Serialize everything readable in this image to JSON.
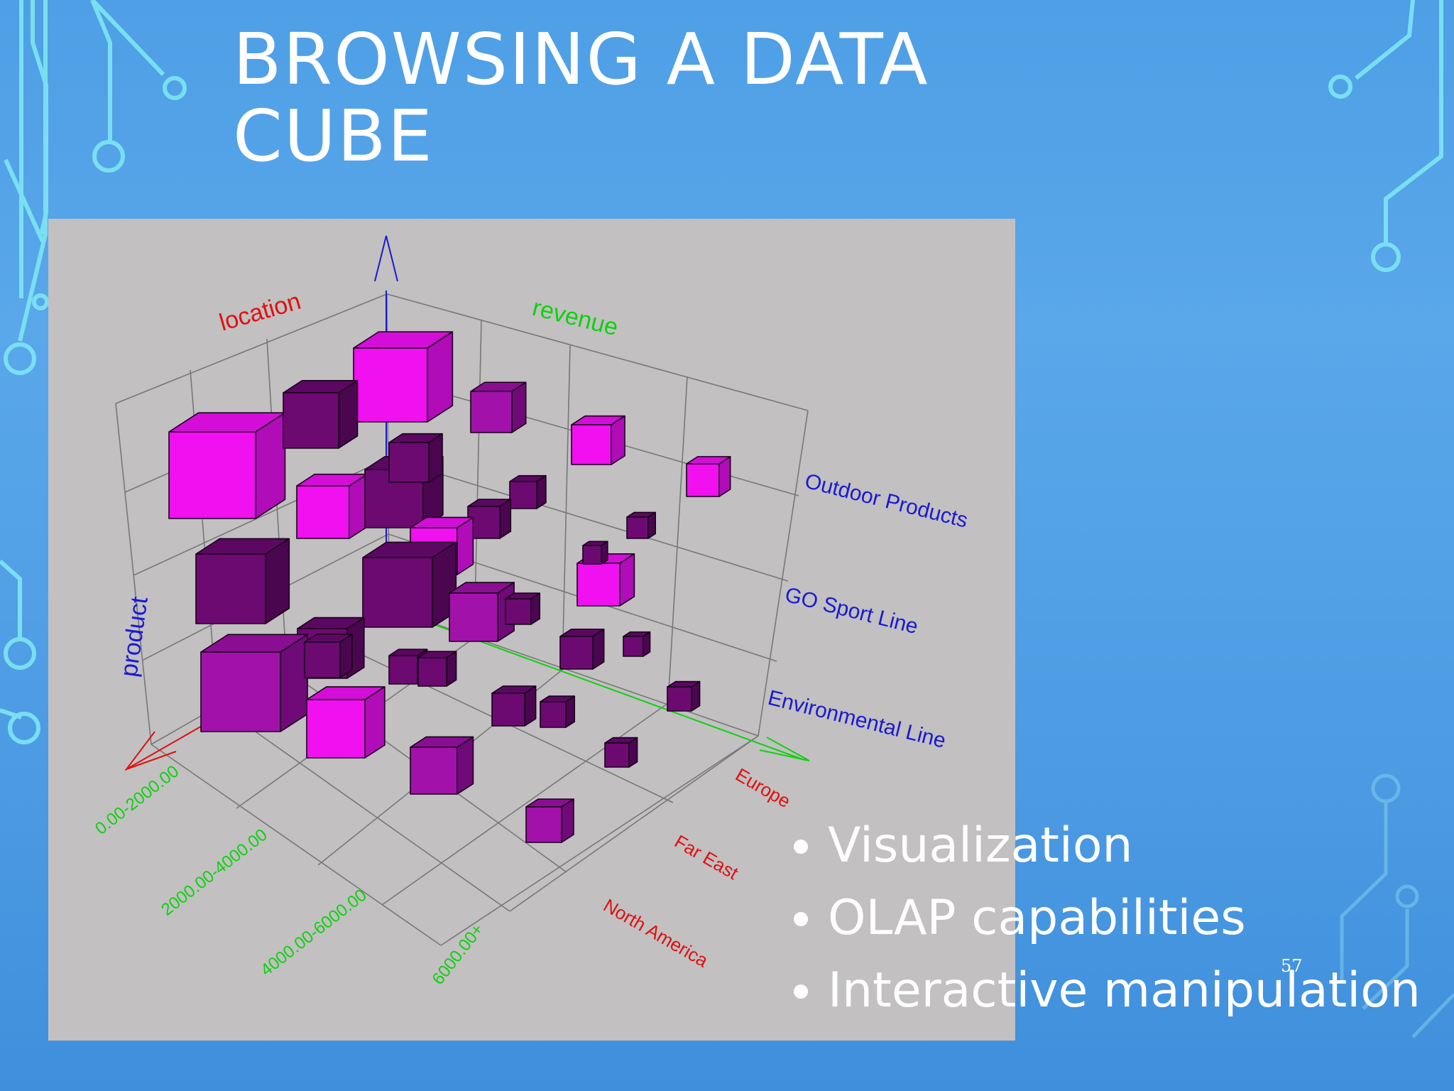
{
  "slide": {
    "title_line1": "BROWSING A DATA",
    "title_line2": "CUBE",
    "number": "57",
    "bullets": [
      "Visualization",
      "OLAP capabilities",
      "Interactive manipulation"
    ]
  },
  "figure": {
    "axis_titles": {
      "location": "location",
      "revenue": "revenue",
      "product": "product"
    },
    "product_labels": [
      "Outdoor Products",
      "GO Sport Line",
      "Environmental Line"
    ],
    "location_labels": [
      "Europe",
      "Far East",
      "North America"
    ],
    "revenue_labels": [
      "0.00-2000.00",
      "2000.00-4000.00",
      "4000.00-6000.00",
      "6000.00+"
    ]
  },
  "colors": {
    "accent_bright": "#f010f0",
    "accent_mid": "#a010a8",
    "accent_dark": "#6a0a6e",
    "product_axis": "#1a1ad0",
    "location_axis": "#e01010",
    "revenue_axis": "#10d010",
    "panel": "#c2c0c1"
  }
}
